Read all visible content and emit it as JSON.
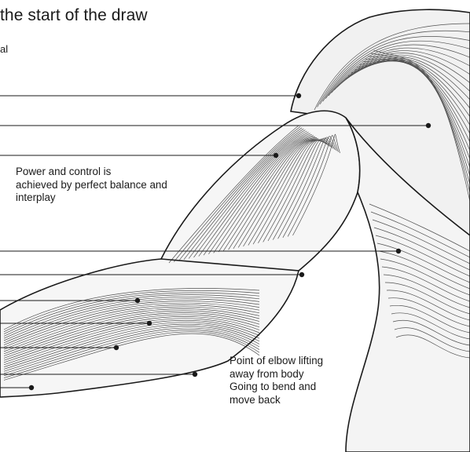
{
  "heading": "the start of the draw",
  "heading_fragment": "al",
  "annotations": {
    "power_control": [
      "Power and control is",
      "achieved by perfect balance and",
      "interplay"
    ],
    "elbow": [
      "Point of elbow lifting",
      "away from body",
      "Going to bend and",
      "move back"
    ]
  },
  "leader_lines": [
    {
      "id": "line-1",
      "target": "dot-1"
    },
    {
      "id": "line-2",
      "target": "dot-2"
    },
    {
      "id": "line-3",
      "target": "dot-3"
    },
    {
      "id": "line-4",
      "target": "dot-4"
    },
    {
      "id": "line-5",
      "target": "dot-5"
    },
    {
      "id": "line-6",
      "target": "dot-6"
    },
    {
      "id": "line-7",
      "target": "dot-7"
    },
    {
      "id": "line-8",
      "target": "dot-8"
    },
    {
      "id": "line-9",
      "target": "dot-9"
    },
    {
      "id": "line-10",
      "target": "dot-10"
    }
  ],
  "colors": {
    "ink": "#1a1a1a",
    "paper": "#ffffff",
    "shade": "#d9d9d9"
  }
}
